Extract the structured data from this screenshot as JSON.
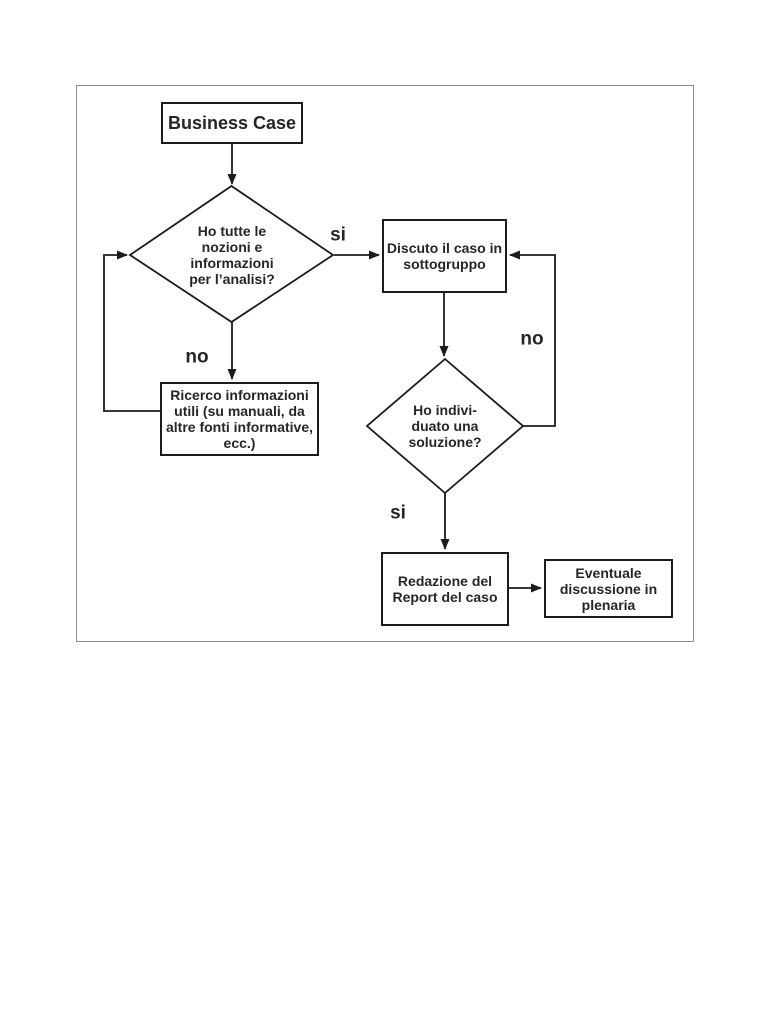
{
  "colors": {
    "line": "#1c1c1c",
    "text": "#262626",
    "frame": "#8d8d8d",
    "nodebg": "#ffffff",
    "pagebg": "#ffffff"
  },
  "diagram": {
    "nodes": {
      "business_case": {
        "type": "process",
        "label": "Business Case"
      },
      "has_notions": {
        "type": "decision",
        "label": "Ho tutte le\nnozioni e\ninformazioni\nper l’analisi?"
      },
      "discuss_subgroup": {
        "type": "process",
        "label": "Discuto il caso in\nsottogruppo"
      },
      "search_info": {
        "type": "process",
        "label": "Ricerco informazioni\nutili (su manuali, da\naltre fonti informative,\necc.)"
      },
      "found_solution": {
        "type": "decision",
        "label": "Ho indivi-\nduato una\nsoluzione?"
      },
      "report": {
        "type": "process",
        "label": "Redazione del\nReport del caso"
      },
      "plenary": {
        "type": "process",
        "label": "Eventuale\ndiscussione in\nplenaria"
      }
    },
    "edges": [
      {
        "from": "business_case",
        "to": "has_notions",
        "label": ""
      },
      {
        "from": "has_notions",
        "to": "discuss_subgroup",
        "label": "si"
      },
      {
        "from": "has_notions",
        "to": "search_info",
        "label": "no"
      },
      {
        "from": "search_info",
        "to": "has_notions",
        "label": ""
      },
      {
        "from": "discuss_subgroup",
        "to": "found_solution",
        "label": ""
      },
      {
        "from": "found_solution",
        "to": "discuss_subgroup",
        "label": "no"
      },
      {
        "from": "found_solution",
        "to": "report",
        "label": "si"
      },
      {
        "from": "report",
        "to": "plenary",
        "label": ""
      }
    ]
  }
}
